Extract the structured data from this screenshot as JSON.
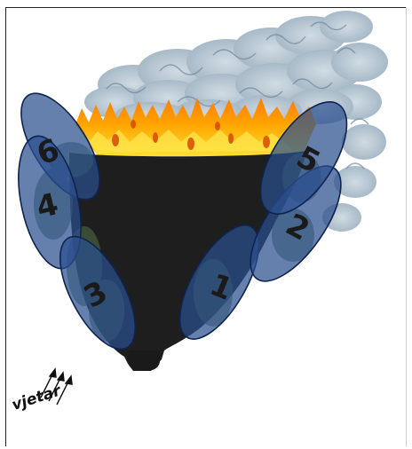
{
  "diagram": {
    "zones": [
      {
        "id": "zone-1",
        "label": "1"
      },
      {
        "id": "zone-2",
        "label": "2"
      },
      {
        "id": "zone-3",
        "label": "3"
      },
      {
        "id": "zone-4",
        "label": "4"
      },
      {
        "id": "zone-5",
        "label": "5"
      },
      {
        "id": "zone-6",
        "label": "6"
      }
    ],
    "wind": {
      "label": "vjetar",
      "icon": "wind-arrows-icon"
    },
    "colors": {
      "crown": "#1e1e1e",
      "zone_fill": "#2b4f8f",
      "zone_stroke": "#0f2350",
      "fire_outer": "#ff9d00",
      "fire_inner": "#ffd21a",
      "smoke": "#9fb3c2",
      "vegetation": "#4f6b45"
    }
  }
}
